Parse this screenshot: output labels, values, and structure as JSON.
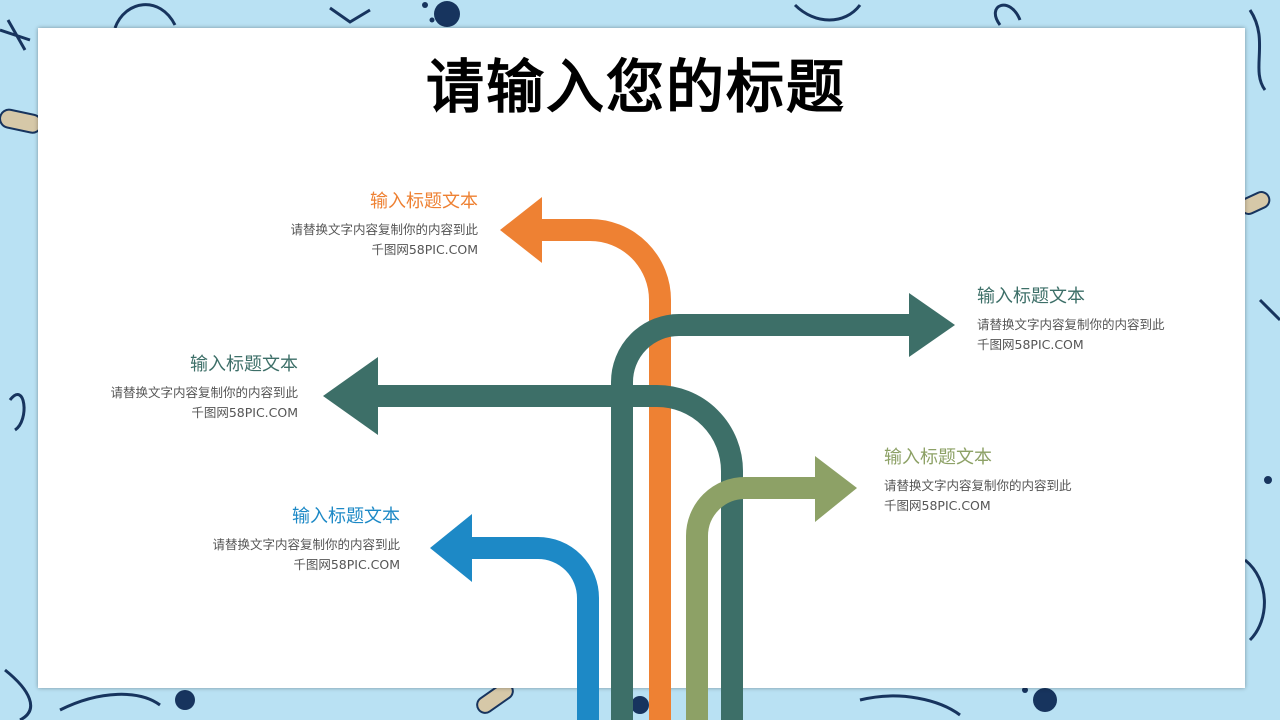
{
  "title": "请输入您的标题",
  "colors": {
    "background": "#b9e1f3",
    "orange": "#ee8133",
    "teal": "#3d6f68",
    "olive": "#8da166",
    "blue": "#1d89c6",
    "pattern_navy": "#17345e",
    "pattern_tan": "#d6c8a8"
  },
  "items": [
    {
      "id": "orange",
      "heading": "输入标题文本",
      "line1": "请替换文字内容复制你的内容到此",
      "line2": "千图网58PIC.COM"
    },
    {
      "id": "teal-left",
      "heading": "输入标题文本",
      "line1": "请替换文字内容复制你的内容到此",
      "line2": "千图网58PIC.COM"
    },
    {
      "id": "blue",
      "heading": "输入标题文本",
      "line1": "请替换文字内容复制你的内容到此",
      "line2": "千图网58PIC.COM"
    },
    {
      "id": "teal-right",
      "heading": "输入标题文本",
      "line1": "请替换文字内容复制你的内容到此",
      "line2": "千图网58PIC.COM"
    },
    {
      "id": "olive",
      "heading": "输入标题文本",
      "line1": "请替换文字内容复制你的内容到此",
      "line2": "千图网58PIC.COM"
    }
  ]
}
